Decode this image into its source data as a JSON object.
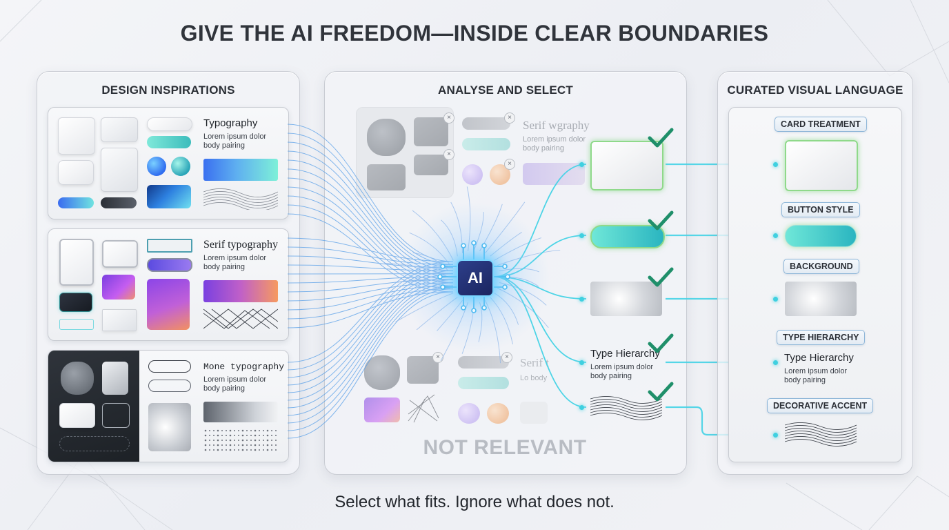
{
  "title": "GIVE THE AI FREEDOM—INSIDE CLEAR BOUNDARIES",
  "subtitle": "Select what fits. Ignore what does not.",
  "left_panel": {
    "title": "DESIGN INSPIRATIONS",
    "cards": [
      {
        "heading": "Typography",
        "body": "Lorem ipsum dolor body pairing"
      },
      {
        "heading": "Serif typography",
        "body": "Lorem ipsum dolor body pairing"
      },
      {
        "heading": "Mone typography",
        "body": "Lorem ipsum dolor body pairing"
      }
    ]
  },
  "middle_panel": {
    "title": "ANALYSE AND SELECT",
    "ghost_heading_top": "Serif wgraphy",
    "ghost_body_top": "Lorem ipsum dolor body pairing",
    "ghost_heading_bottom": "Serif t",
    "ghost_body_bottom": "Lo body",
    "ai_label": "AI",
    "type_heading": "Type Hierarchy",
    "type_body": "Lorem ipsum dolor body pairing",
    "not_relevant": "NOT RELEVANT",
    "close_glyph": "×"
  },
  "right_panel": {
    "title": "CURATED VISUAL LANGUAGE",
    "items": [
      {
        "chip": "CARD TREATMENT"
      },
      {
        "chip": "BUTTON STYLE"
      },
      {
        "chip": "BACKGROUND"
      },
      {
        "chip": "TYPE HIERARCHY",
        "heading": "Type Hierarchy",
        "body": "Lorem ipsum dolor body pairing"
      },
      {
        "chip": "DECORATIVE ACCENT"
      }
    ]
  },
  "colors": {
    "accent_teal": "#3fd0e0",
    "check_green": "#1f8f6a",
    "flow_blue": "#4a90e2"
  },
  "icons": {
    "check": "check-icon",
    "close": "close-icon",
    "chip": "ai-chip-icon"
  }
}
